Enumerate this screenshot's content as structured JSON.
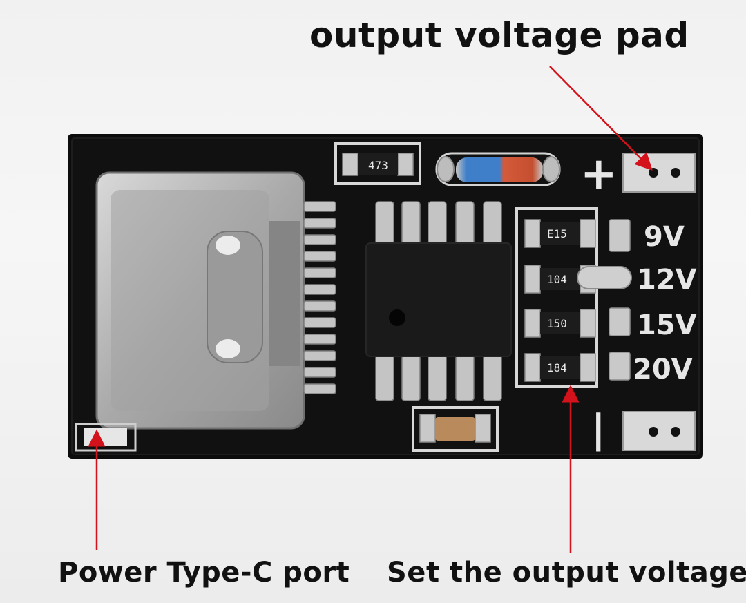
{
  "captions": {
    "output_pad": "output voltage pad",
    "typec_port": "Power Type-C port",
    "set_voltage": "Set the output voltage"
  },
  "silkscreen": {
    "plus": "+",
    "minus": "|",
    "voltages": [
      "9V",
      "12V",
      "15V",
      "20V"
    ]
  },
  "resistor_codes": {
    "top": "473",
    "r1": "E15",
    "r2": "104",
    "r3": "150",
    "r4": "184"
  },
  "colors": {
    "pcb": "#0c0c0c",
    "arrow": "#d3121b",
    "background": "#f2f2f2"
  }
}
